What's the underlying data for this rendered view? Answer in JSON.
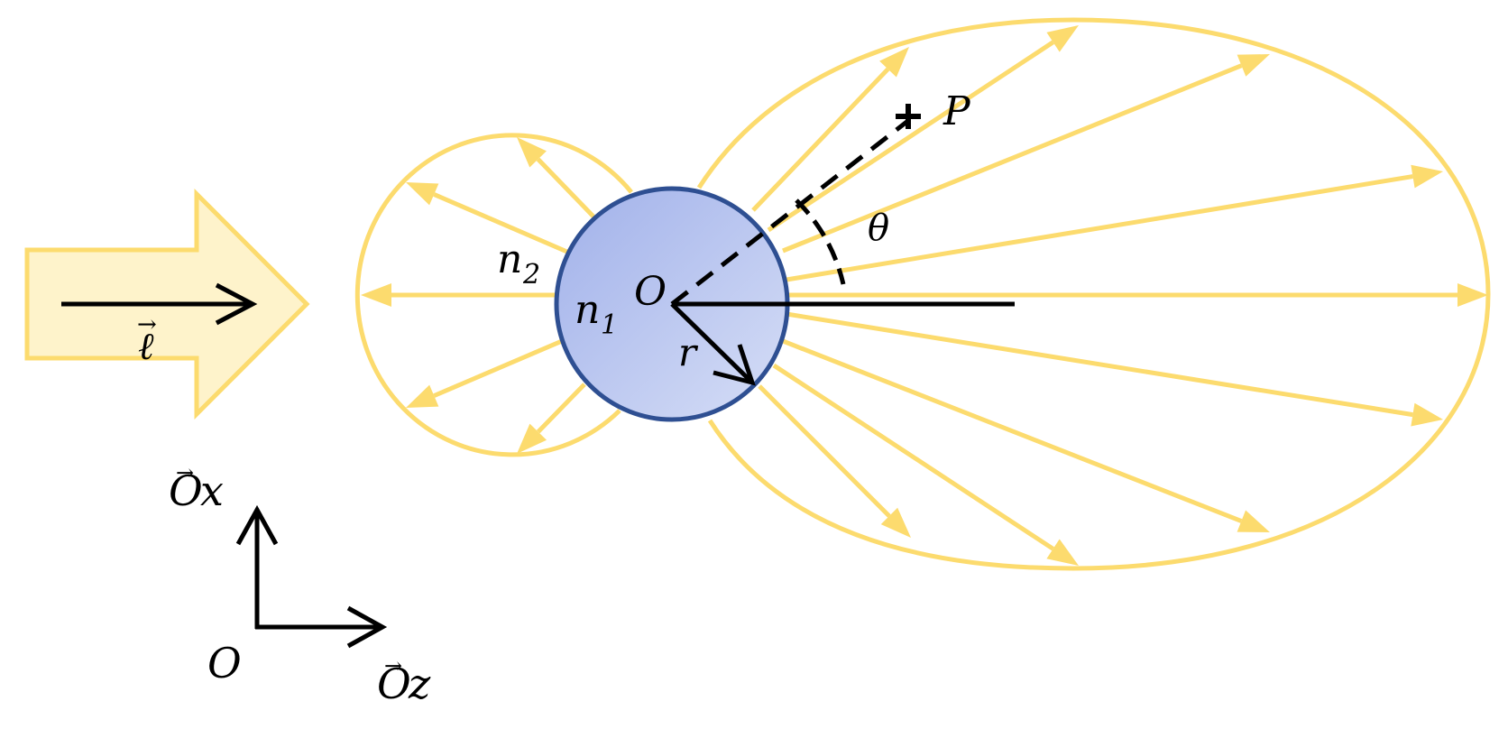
{
  "colors": {
    "lobe": "#FCDB6E",
    "incident_fill": "#FEF3CB",
    "sphere_edge": "#2E4F92",
    "sphere_fill_a": "#A1B1EA",
    "sphere_fill_b": "#D6DEF6",
    "ink": "#000000"
  },
  "labels": {
    "incident_vector": "ℓ",
    "incident_arrow_glyph": "→",
    "medium_outer": "n",
    "medium_outer_sub": "2",
    "medium_inner": "n",
    "medium_inner_sub": "1",
    "center": "O",
    "radius": "r",
    "angle": "θ",
    "point": "P",
    "axis_x_base": "O",
    "axis_x_var": "x",
    "axis_z_base": "O",
    "axis_z_var": "z",
    "axis_arrow_glyph": "→",
    "axes_origin": "O"
  },
  "icons": {
    "incident_beam": "block-arrow-right",
    "scattering_lobes": "radiation-pattern",
    "sphere": "circle",
    "observation_point": "plus-marker"
  }
}
